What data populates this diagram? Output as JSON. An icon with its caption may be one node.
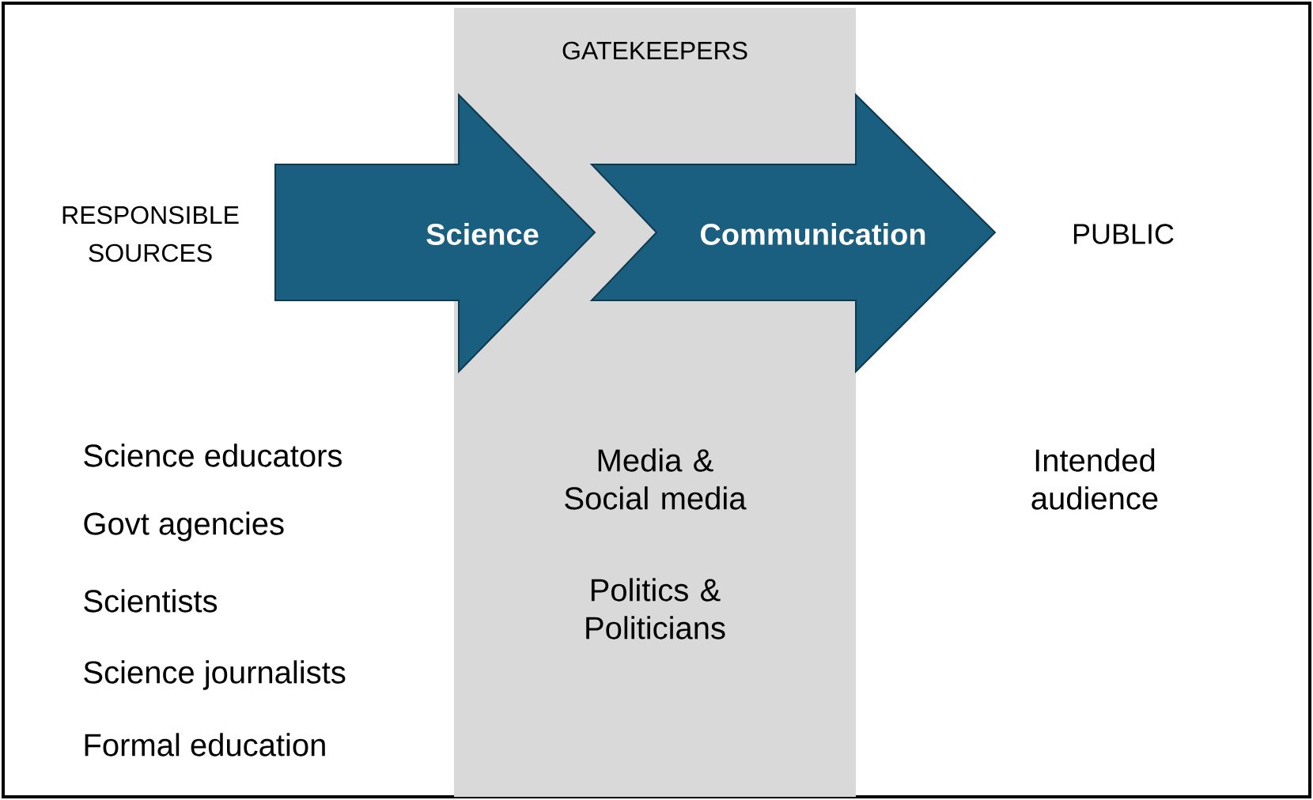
{
  "diagram": {
    "nodes": [
      {
        "text": [
          "GATEKEEPERS",
          "Media & Social media",
          "Politics & Politicians"
        ]
      },
      {
        "text": [
          "Science"
        ]
      },
      {
        "text": [
          "Communication"
        ]
      }
    ],
    "labels": [
      "RESPONSIBLE SOURCES",
      "PUBLIC",
      "Science educators",
      "Govt agencies",
      "Scientists",
      "Science journalists",
      "Formal education",
      "Intended audience"
    ]
  }
}
